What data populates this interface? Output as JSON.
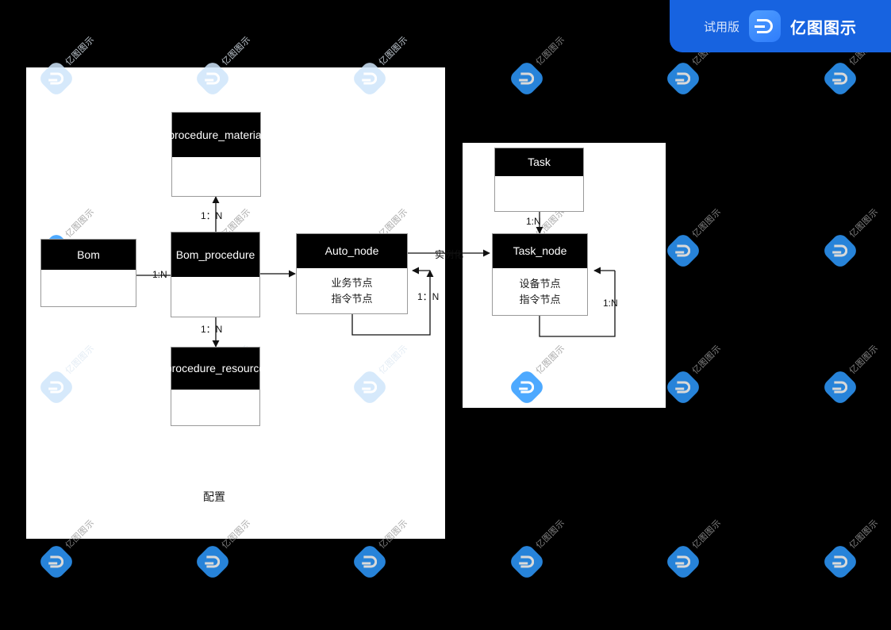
{
  "trial_badge": {
    "trial_label": "试用版",
    "brand_label": "亿图图示",
    "logo_icon": "edraw-logo-icon",
    "bg_color": "#1763e0"
  },
  "watermark": {
    "text": "亿图图示",
    "icon": "edraw-watermark-icon"
  },
  "canvas": {
    "background_color": "#000000",
    "panel_color": "#ffffff"
  },
  "panels": [
    {
      "id": "config",
      "caption": "配置"
    },
    {
      "id": "task",
      "caption": ""
    }
  ],
  "entities": [
    {
      "id": "bom",
      "title": "Bom",
      "rows": []
    },
    {
      "id": "bom_procedure",
      "title": "Bom_procedure",
      "rows": []
    },
    {
      "id": "procedure_material",
      "title": "procedure_material",
      "rows": []
    },
    {
      "id": "procedure_resource",
      "title": "procedure_resource",
      "rows": []
    },
    {
      "id": "auto_node",
      "title": "Auto_node",
      "rows": [
        "业务节点",
        "指令节点"
      ]
    },
    {
      "id": "task",
      "title": "Task",
      "rows": []
    },
    {
      "id": "task_node",
      "title": "Task_node",
      "rows": [
        "设备节点",
        "指令节点"
      ]
    }
  ],
  "edges": [
    {
      "id": "bom-to-bom_procedure",
      "label": "1:N"
    },
    {
      "id": "bom_procedure-to-material",
      "label": "1：N"
    },
    {
      "id": "bom_procedure-to-resource",
      "label": "1：N"
    },
    {
      "id": "auto_node-self",
      "label": "1：N"
    },
    {
      "id": "auto_node-to-task_node",
      "label": "实例化"
    },
    {
      "id": "task-to-task_node",
      "label": "1:N"
    },
    {
      "id": "task_node-self",
      "label": "1:N"
    }
  ]
}
